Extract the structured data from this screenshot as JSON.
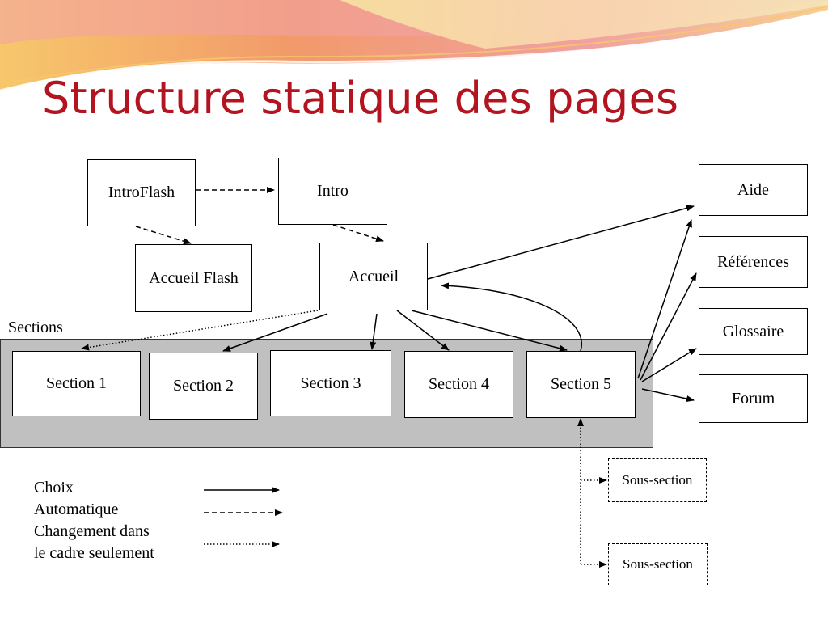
{
  "slide": {
    "title": "Structure statique des pages"
  },
  "nodes": {
    "introflash": "IntroFlash",
    "intro": "Intro",
    "accueil_flash": "Accueil Flash",
    "accueil": "Accueil",
    "aide": "Aide",
    "references": "Références",
    "glossaire": "Glossaire",
    "forum": "Forum"
  },
  "sections_group": {
    "label": "Sections",
    "items": [
      "Section 1",
      "Section 2",
      "Section 3",
      "Section 4",
      "Section 5"
    ]
  },
  "subsections": [
    "Sous-section",
    "Sous-section"
  ],
  "legend": {
    "choix": "Choix",
    "automatique": "Automatique",
    "changement_line1": "Changement dans",
    "changement_line2": "le cadre seulement"
  },
  "colors": {
    "title": "#b3141f",
    "panel": "#c0c0c0"
  }
}
